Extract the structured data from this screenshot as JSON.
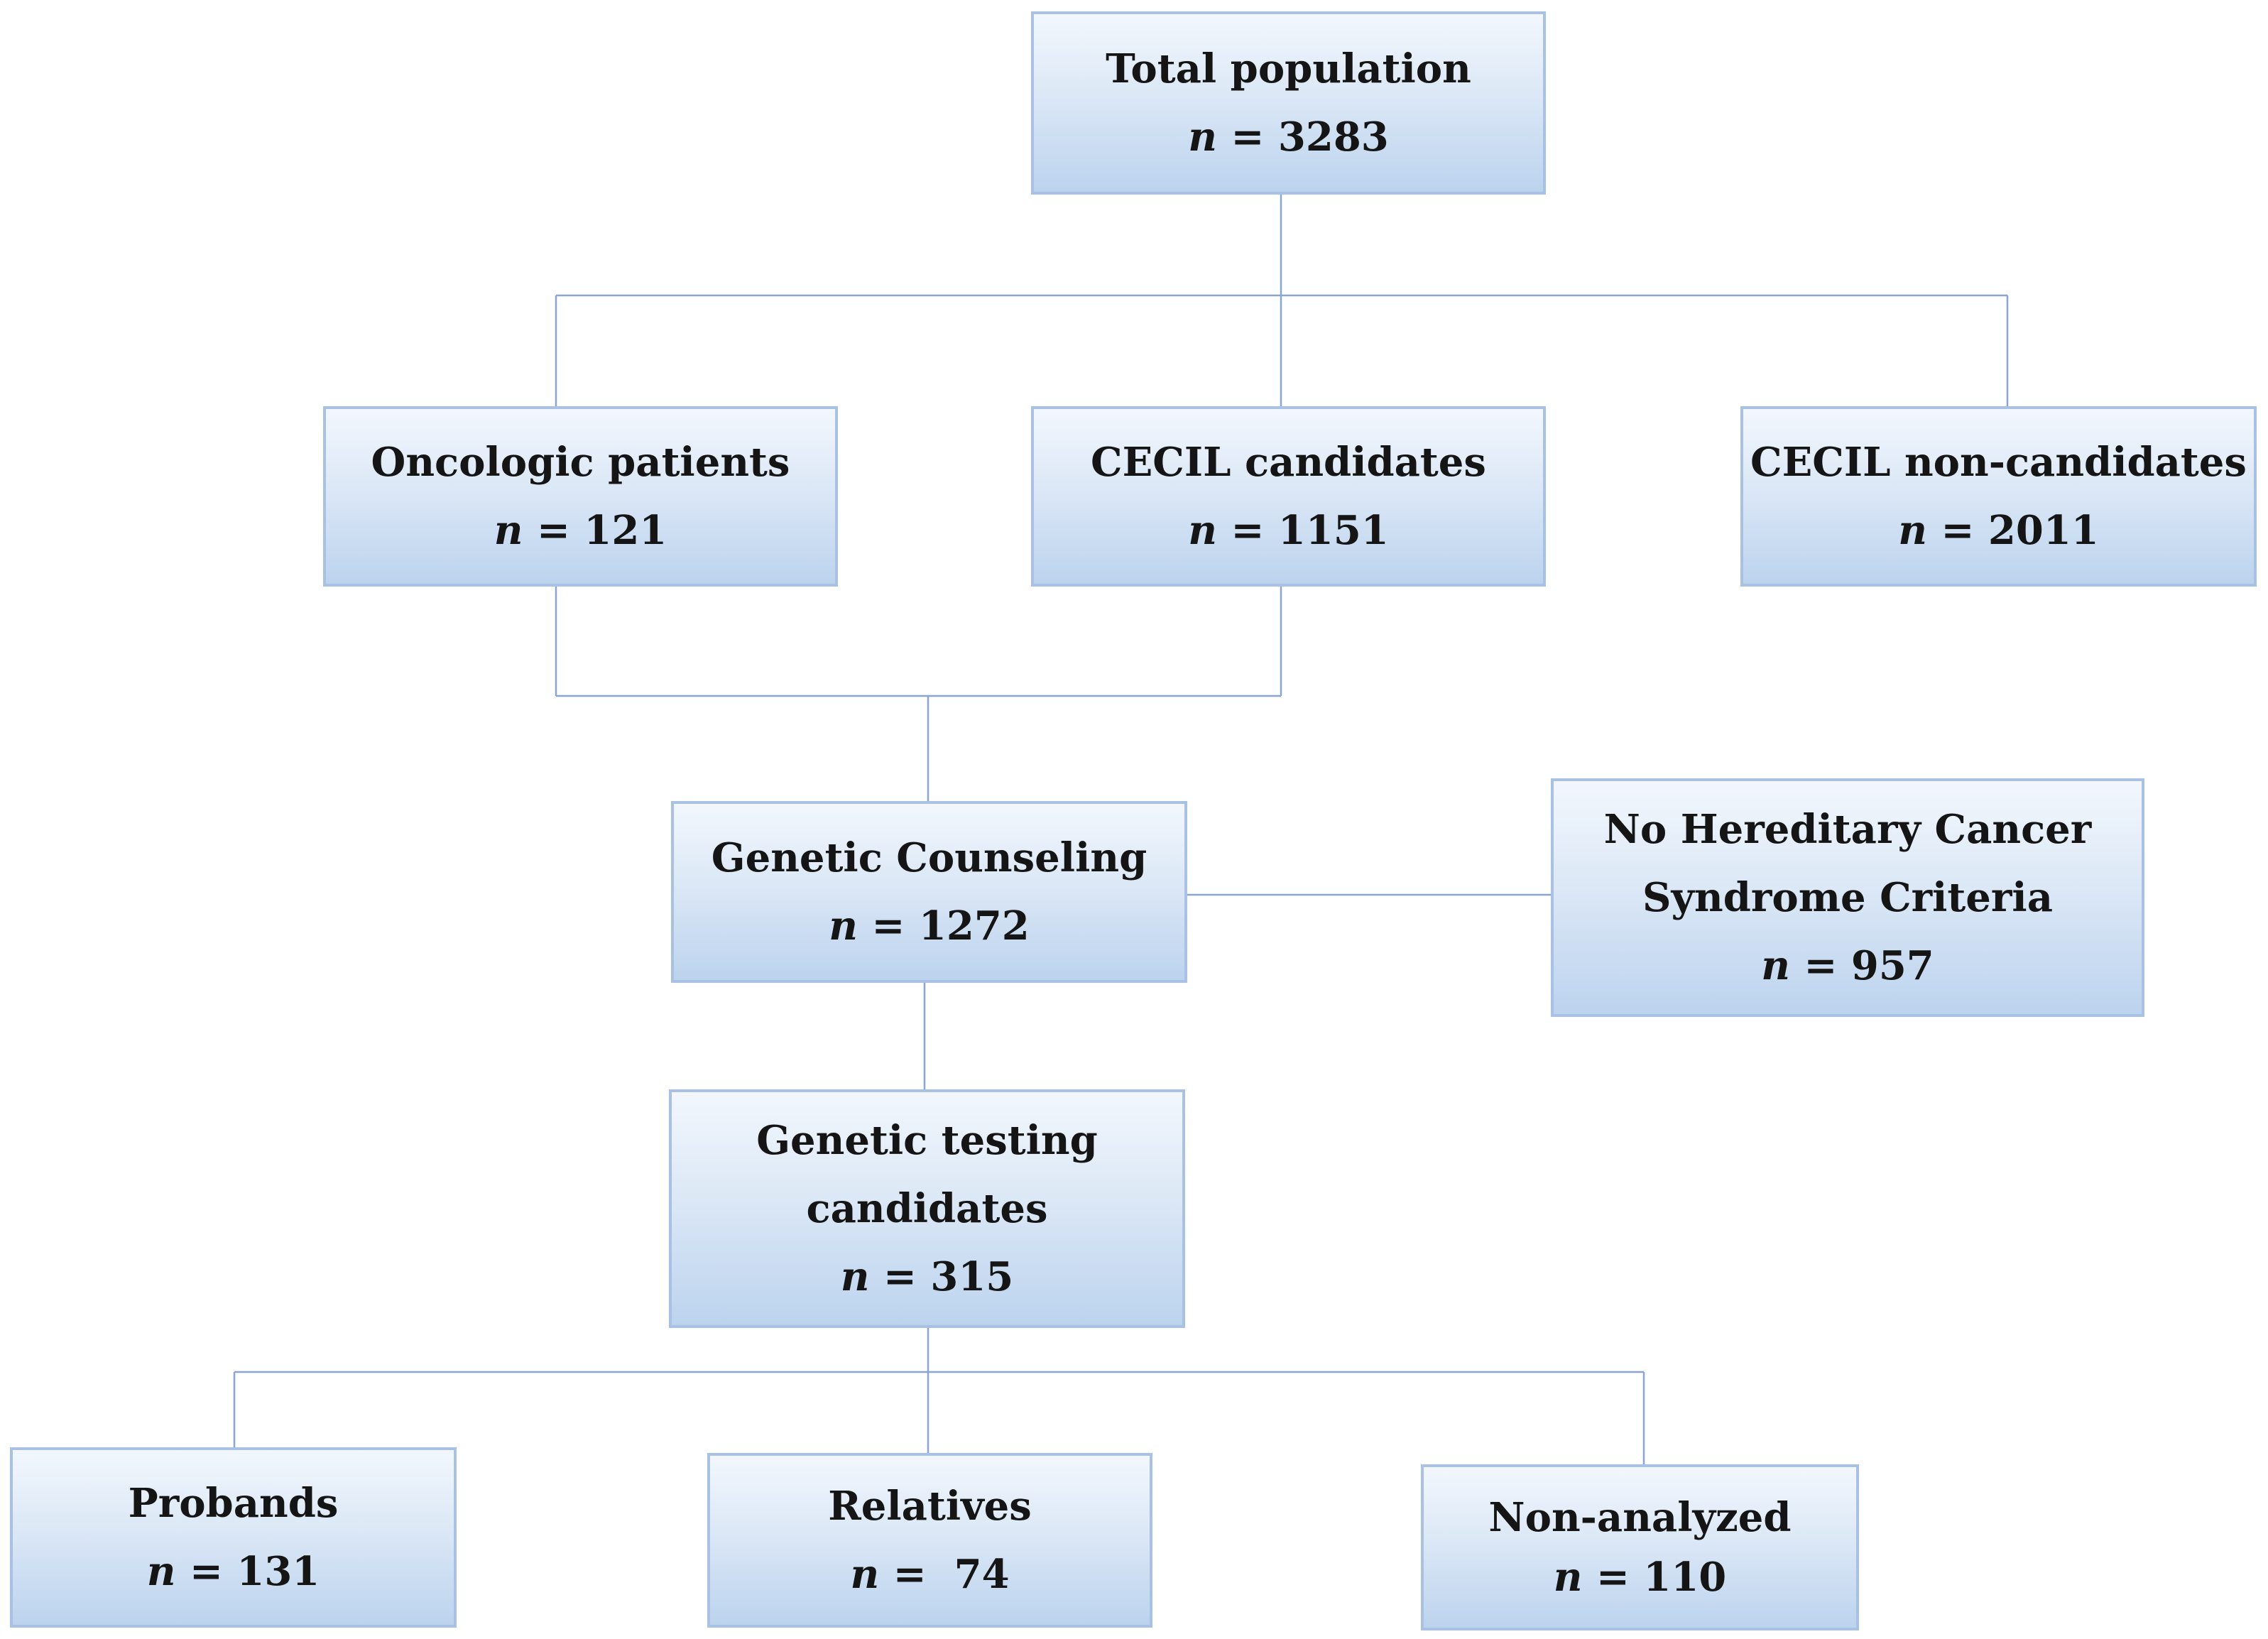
{
  "nodes": [
    {
      "id": "total-population",
      "label": "Total population",
      "count_prefix": "n",
      "count_value": "= 3283"
    },
    {
      "id": "oncologic-patients",
      "label": "Oncologic patients",
      "count_prefix": "n",
      "count_value": "= 121"
    },
    {
      "id": "cecil-candidates",
      "label": "CECIL candidates",
      "count_prefix": "n",
      "count_value": "= 1151"
    },
    {
      "id": "cecil-non-candidates",
      "label": "CECIL non-candidates",
      "count_prefix": "n",
      "count_value": "= 2011"
    },
    {
      "id": "genetic-counseling",
      "label": "Genetic Counseling",
      "count_prefix": "n",
      "count_value": "= 1272"
    },
    {
      "id": "no-hereditary-criteria",
      "label_line1": "No Hereditary Cancer",
      "label_line2": "Syndrome Criteria",
      "count_prefix": "n",
      "count_value": "= 957"
    },
    {
      "id": "genetic-testing-candidates",
      "label_line1": "Genetic testing",
      "label_line2": "candidates",
      "count_prefix": "n",
      "count_value": "= 315"
    },
    {
      "id": "probands",
      "label": "Probands",
      "count_prefix": "n",
      "count_value": "= 131"
    },
    {
      "id": "relatives",
      "label": "Relatives",
      "count_prefix": "n",
      "count_value": "=  74"
    },
    {
      "id": "non-analyzed",
      "label": "Non-analyzed",
      "count_prefix": "n",
      "count_value": "= 110"
    }
  ],
  "edges": [
    {
      "from": "total-population",
      "to": "oncologic-patients"
    },
    {
      "from": "total-population",
      "to": "cecil-candidates"
    },
    {
      "from": "total-population",
      "to": "cecil-non-candidates"
    },
    {
      "from": "oncologic-patients",
      "to": "genetic-counseling"
    },
    {
      "from": "cecil-candidates",
      "to": "genetic-counseling"
    },
    {
      "from": "genetic-counseling",
      "to": "no-hereditary-criteria"
    },
    {
      "from": "genetic-counseling",
      "to": "genetic-testing-candidates"
    },
    {
      "from": "genetic-testing-candidates",
      "to": "probands"
    },
    {
      "from": "genetic-testing-candidates",
      "to": "relatives"
    },
    {
      "from": "genetic-testing-candidates",
      "to": "non-analyzed"
    }
  ]
}
